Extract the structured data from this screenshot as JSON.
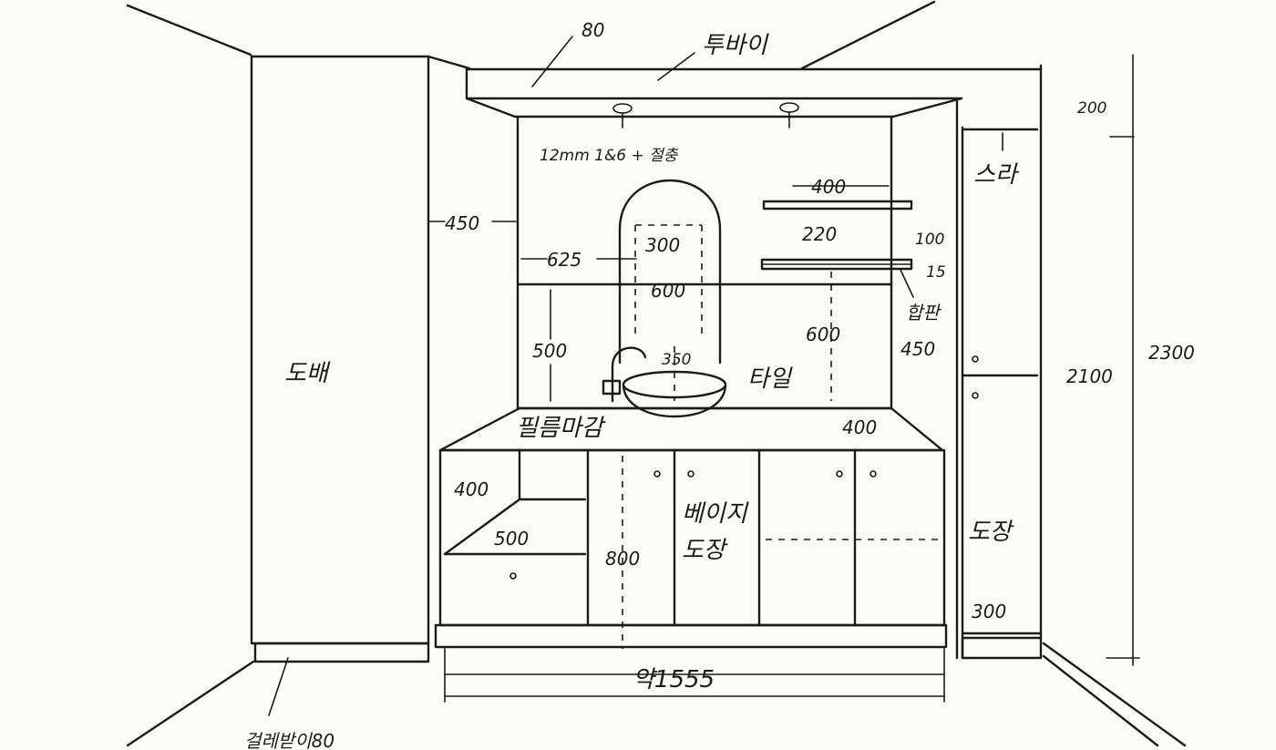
{
  "labels": {
    "top_80": "80",
    "tubai": "투바이",
    "ceiling_200": "200",
    "led_note": "12mm 1&6 + 절충",
    "left_450": "450",
    "dim_625": "625",
    "mirror_300": "300",
    "mirror_600": "600",
    "shelf_400": "400",
    "shelf_220": "220",
    "shelf_100": "100",
    "shelf_15": "15",
    "shelf_note": "합판",
    "right_450": "450",
    "sera": "스라",
    "dobae": "도배",
    "height_500": "500",
    "bowl_350": "350",
    "height_600": "600",
    "tile": "타일",
    "film_finish": "필름마감",
    "counter_400": "400",
    "drawer_400": "400",
    "drawer_500": "500",
    "cabinet_800": "800",
    "door_line1": "베이지",
    "door_line2": "도장",
    "right_paint": "도장",
    "right_300": "300",
    "height_2100": "2100",
    "height_2300": "2300",
    "total_width": "약1555",
    "baseboard": "걸레받이80"
  }
}
